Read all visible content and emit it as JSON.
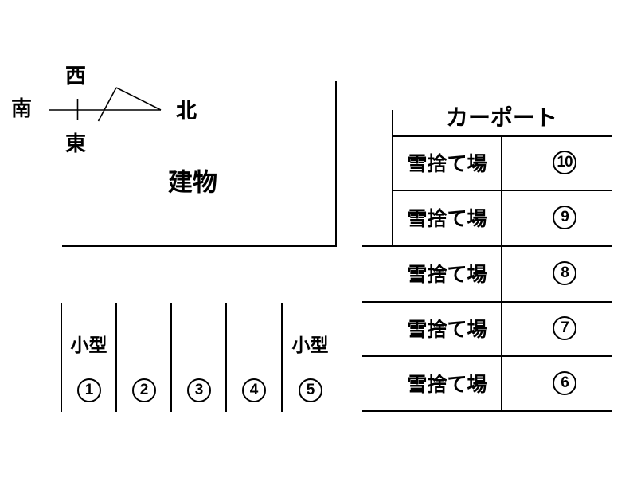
{
  "page": {
    "background_color": "#ffffff",
    "line_color": "#000000",
    "text_color": "#000000"
  },
  "compass": {
    "south": "南",
    "west": "西",
    "east": "東",
    "north": "北"
  },
  "building": {
    "label": "建物"
  },
  "small_lot": {
    "spots": [
      {
        "size_label": "小型",
        "number": "1"
      },
      {
        "size_label": "",
        "number": "2"
      },
      {
        "size_label": "",
        "number": "3"
      },
      {
        "size_label": "",
        "number": "4"
      },
      {
        "size_label": "小型",
        "number": "5"
      }
    ]
  },
  "carport": {
    "title": "カーポート",
    "rows": [
      {
        "area_label": "雪捨て場",
        "number": "10"
      },
      {
        "area_label": "雪捨て場",
        "number": "9"
      },
      {
        "area_label": "雪捨て場",
        "number": "8"
      },
      {
        "area_label": "雪捨て場",
        "number": "7"
      },
      {
        "area_label": "雪捨て場",
        "number": "6"
      }
    ]
  }
}
